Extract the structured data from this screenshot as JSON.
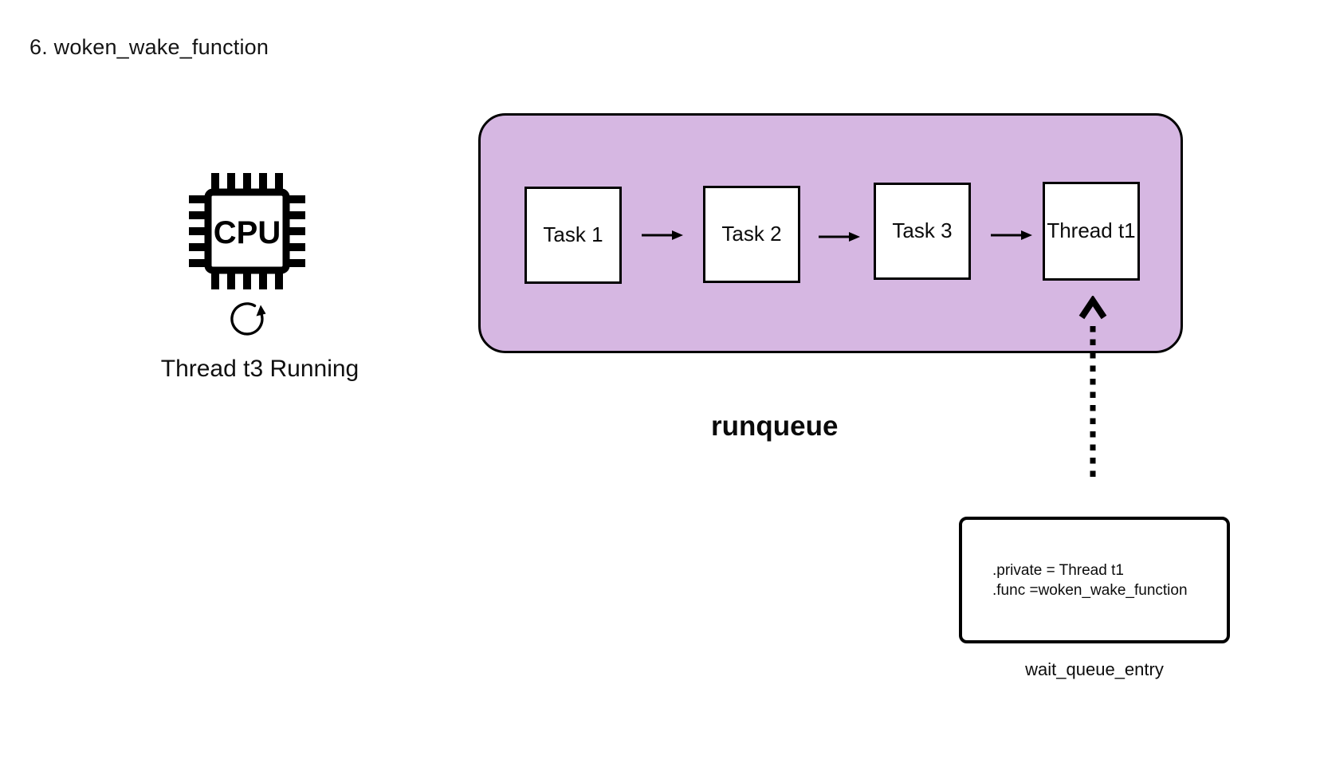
{
  "title": "6. woken_wake_function",
  "cpu_section": {
    "chip_label": "CPU",
    "status_label": "Thread t3 Running"
  },
  "runqueue": {
    "label": "runqueue",
    "nodes": [
      "Task 1",
      "Task 2",
      "Task 3",
      "Thread t1"
    ]
  },
  "wait_queue": {
    "label": "wait_queue_entry",
    "fields": [
      ".private = Thread t1",
      ".func =woken_wake_function"
    ]
  },
  "colors": {
    "runqueue_fill": "#D6B7E2",
    "outline": "#000000",
    "background": "#FFFFFF"
  }
}
